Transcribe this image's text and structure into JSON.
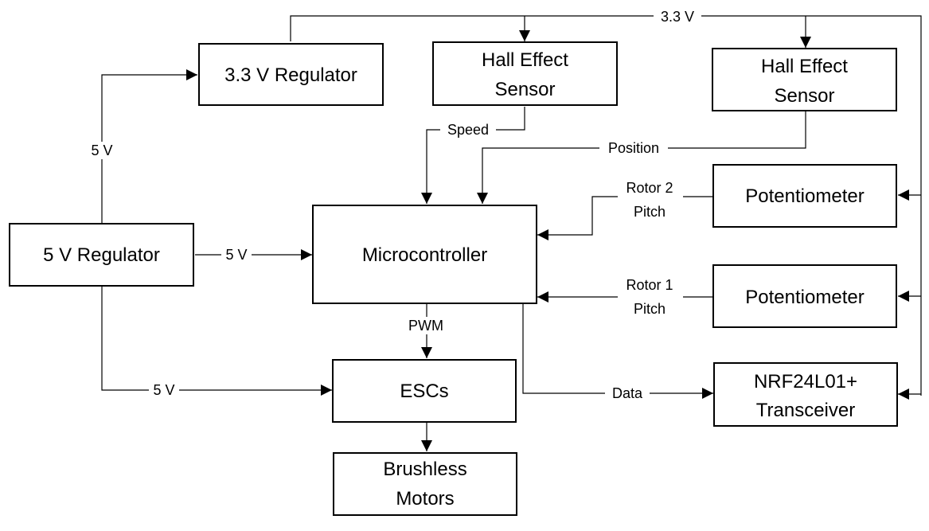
{
  "blocks": {
    "reg33": {
      "line1": "3.3 V Regulator"
    },
    "hall1": {
      "line1": "Hall Effect",
      "line2": "Sensor"
    },
    "hall2": {
      "line1": "Hall Effect",
      "line2": "Sensor"
    },
    "reg5": {
      "line1": "5 V Regulator"
    },
    "mcu": {
      "line1": "Microcontroller"
    },
    "pot2": {
      "line1": "Potentiometer"
    },
    "pot1": {
      "line1": "Potentiometer"
    },
    "esc": {
      "line1": "ESCs"
    },
    "nrf": {
      "line1": "NRF24L01+",
      "line2": "Transceiver"
    },
    "motors": {
      "line1": "Brushless",
      "line2": "Motors"
    }
  },
  "connections": {
    "rail33": "3.3 V",
    "reg5_to_reg33": "5 V",
    "reg5_to_mcu": "5 V",
    "reg5_to_esc": "5 V",
    "speed": "Speed",
    "position": "Position",
    "rotor2_line1": "Rotor 2",
    "rotor2_line2": "Pitch",
    "rotor1_line1": "Rotor 1",
    "rotor1_line2": "Pitch",
    "pwm": "PWM",
    "data": "Data"
  }
}
